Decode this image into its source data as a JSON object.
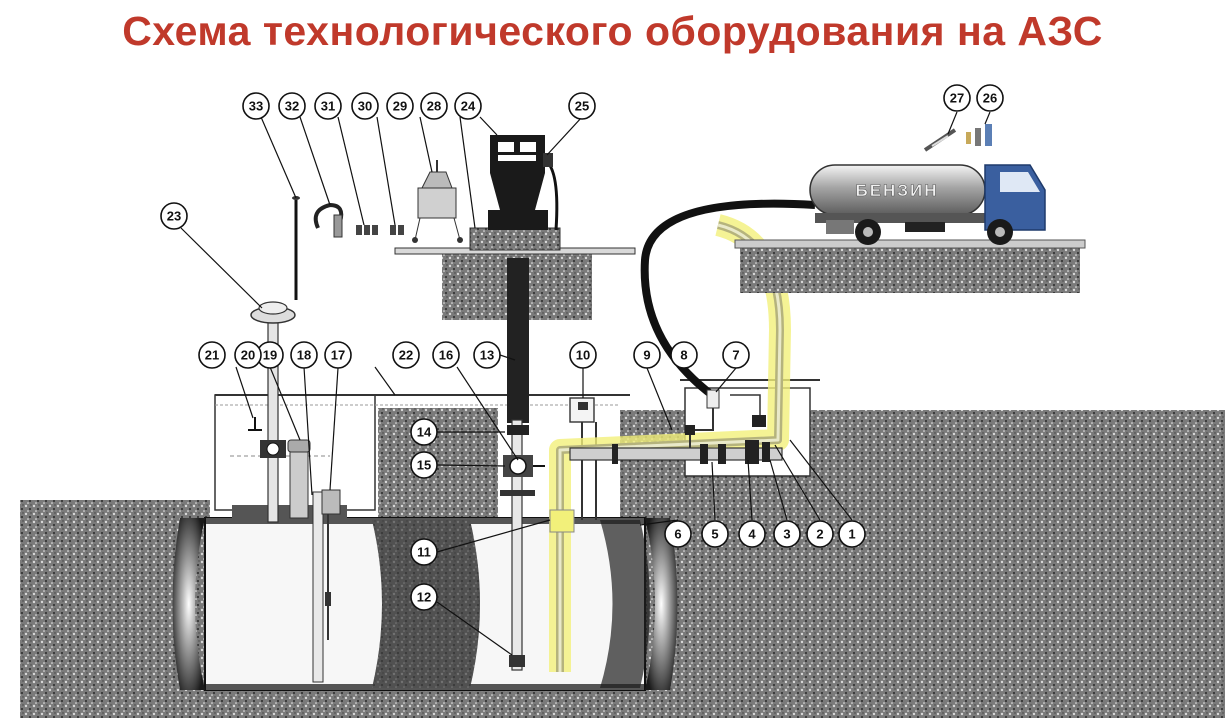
{
  "title": "Схема технологического оборудования на АЗС",
  "truck_label": "БЕНЗИН",
  "callouts": [
    {
      "num": "1"
    },
    {
      "num": "2"
    },
    {
      "num": "3"
    },
    {
      "num": "4"
    },
    {
      "num": "5"
    },
    {
      "num": "6"
    },
    {
      "num": "7"
    },
    {
      "num": "8"
    },
    {
      "num": "9"
    },
    {
      "num": "10"
    },
    {
      "num": "11"
    },
    {
      "num": "12"
    },
    {
      "num": "13"
    },
    {
      "num": "14"
    },
    {
      "num": "15"
    },
    {
      "num": "16"
    },
    {
      "num": "17"
    },
    {
      "num": "18"
    },
    {
      "num": "19"
    },
    {
      "num": "20"
    },
    {
      "num": "21"
    },
    {
      "num": "22"
    },
    {
      "num": "23"
    },
    {
      "num": "24"
    },
    {
      "num": "25"
    },
    {
      "num": "26"
    },
    {
      "num": "27"
    },
    {
      "num": "28"
    },
    {
      "num": "29"
    },
    {
      "num": "30"
    },
    {
      "num": "31"
    },
    {
      "num": "32"
    },
    {
      "num": "33"
    }
  ],
  "colors": {
    "title": "#c0392b",
    "highlight": "#f2f07a",
    "ground": "#8d8d8d",
    "truck_cab": "#3a5f9f",
    "tank_body": "#b9b9b9"
  }
}
